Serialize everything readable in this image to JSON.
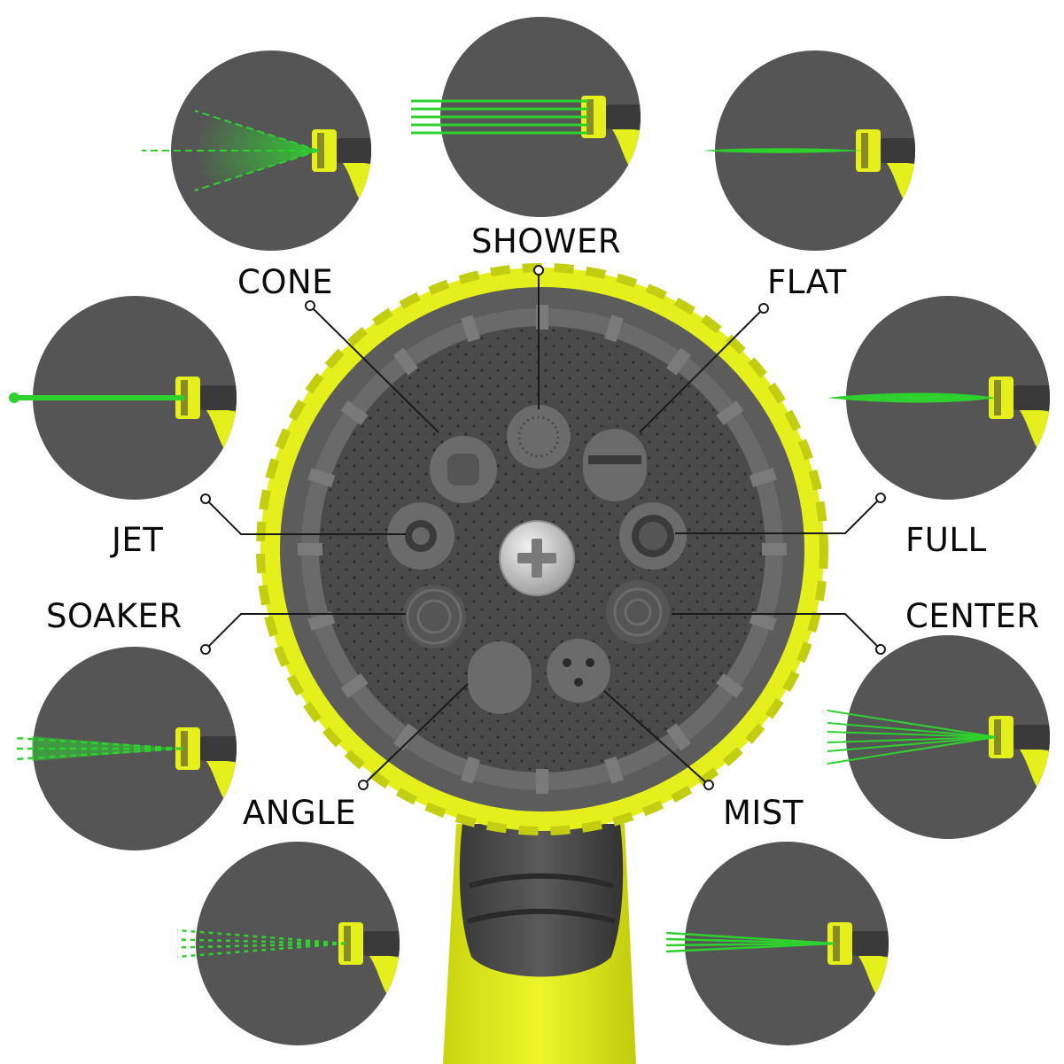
{
  "colors": {
    "background": "#ffffff",
    "inset_circle": "#555555",
    "spray_green": "#2fd12f",
    "nozzle_yellow": "#e4ef1c",
    "nozzle_yellow_dark": "#b9c40c",
    "dial_grey": "#5c5c5c",
    "dial_face": "#4a4a4a",
    "screw_silver": "#c8c8c8",
    "callout_line": "#1a1a1a"
  },
  "labels": {
    "cone": "CONE",
    "shower": "SHOWER",
    "flat": "FLAT",
    "jet": "JET",
    "full": "FULL",
    "soaker": "SOAKER",
    "center": "CENTER",
    "angle": "ANGLE",
    "mist": "MIST"
  },
  "insets": [
    {
      "mode": "cone",
      "pattern": "cone"
    },
    {
      "mode": "shower",
      "pattern": "shower"
    },
    {
      "mode": "flat",
      "pattern": "flat"
    },
    {
      "mode": "jet",
      "pattern": "jet"
    },
    {
      "mode": "full",
      "pattern": "full"
    },
    {
      "mode": "soaker",
      "pattern": "soaker"
    },
    {
      "mode": "center",
      "pattern": "center"
    },
    {
      "mode": "angle",
      "pattern": "angle"
    },
    {
      "mode": "mist",
      "pattern": "mist"
    }
  ],
  "icons": {
    "hub": "phillips-screw-icon",
    "nozzle": "hose-nozzle-icon"
  }
}
